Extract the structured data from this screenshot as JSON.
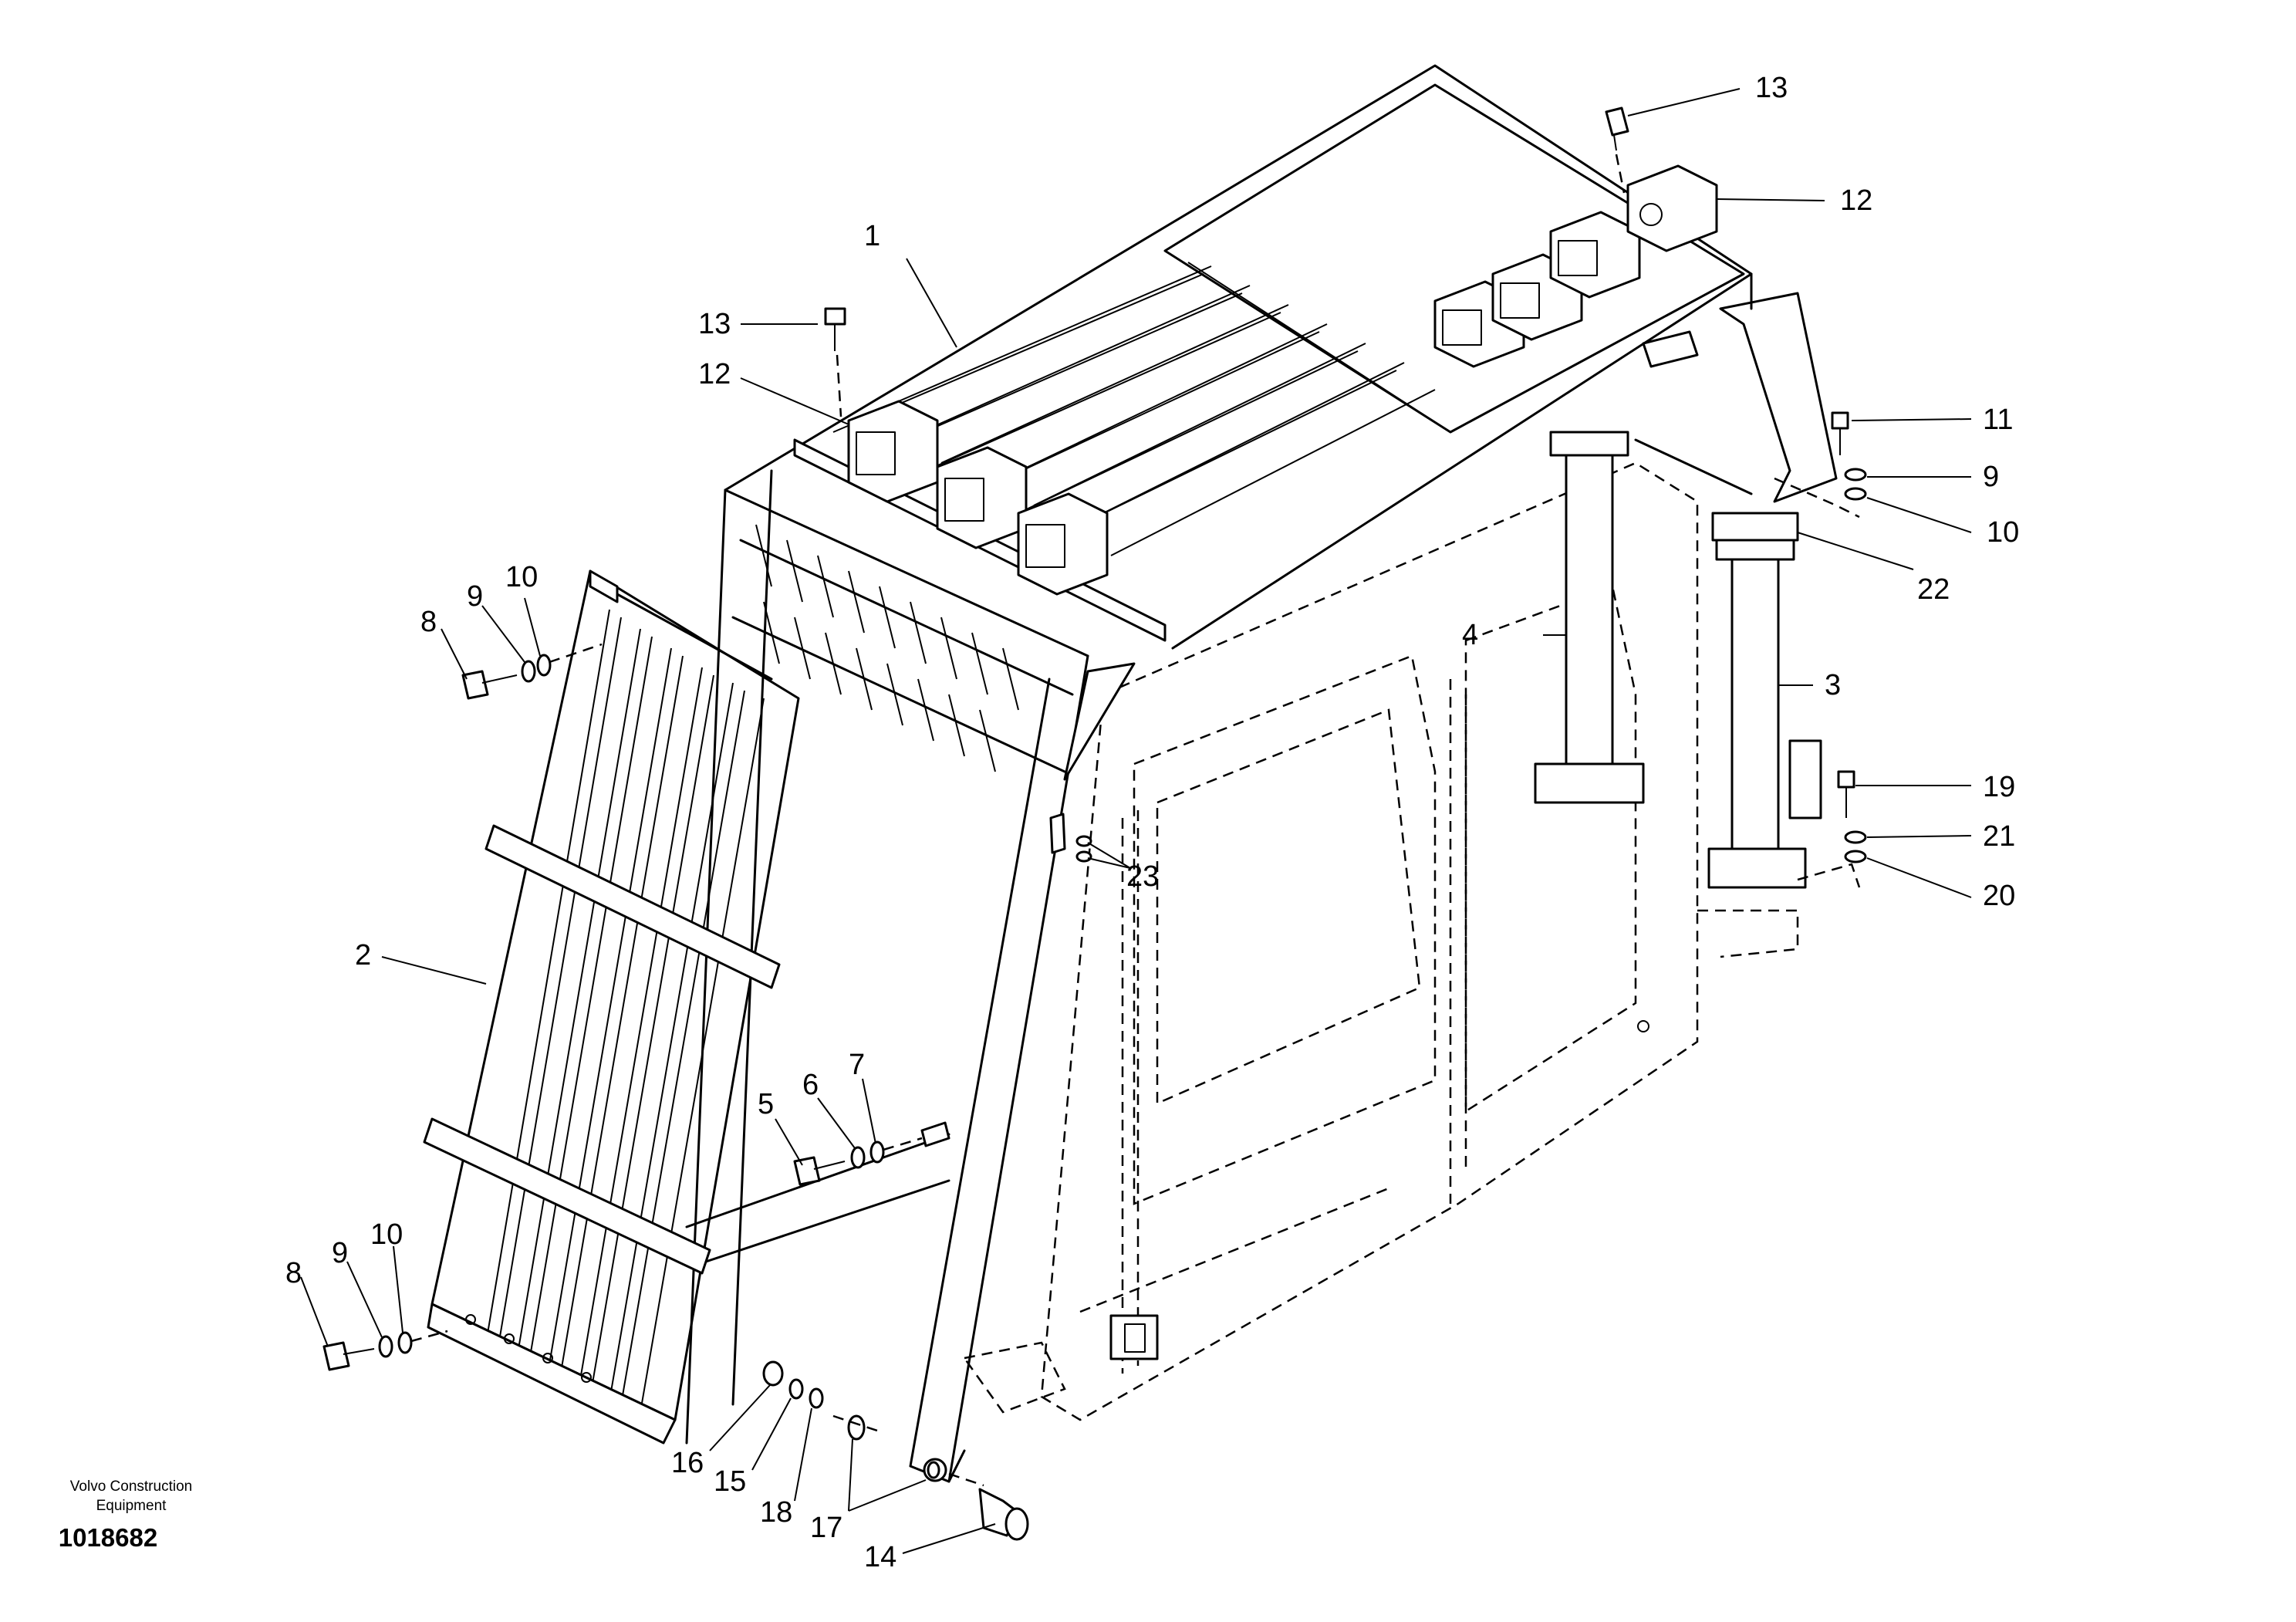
{
  "footer": {
    "brand_line1": "Volvo Construction",
    "brand_line2": "Equipment",
    "document_number": "1018682"
  },
  "callouts": [
    {
      "id": "c1",
      "label": "1"
    },
    {
      "id": "c2",
      "label": "2"
    },
    {
      "id": "c3",
      "label": "3"
    },
    {
      "id": "c4",
      "label": "4"
    },
    {
      "id": "c5",
      "label": "5"
    },
    {
      "id": "c6",
      "label": "6"
    },
    {
      "id": "c7",
      "label": "7"
    },
    {
      "id": "c8a",
      "label": "8"
    },
    {
      "id": "c8b",
      "label": "8"
    },
    {
      "id": "c9a",
      "label": "9"
    },
    {
      "id": "c9b",
      "label": "9"
    },
    {
      "id": "c9c",
      "label": "9"
    },
    {
      "id": "c10a",
      "label": "10"
    },
    {
      "id": "c10b",
      "label": "10"
    },
    {
      "id": "c10c",
      "label": "10"
    },
    {
      "id": "c11",
      "label": "11"
    },
    {
      "id": "c12a",
      "label": "12"
    },
    {
      "id": "c12b",
      "label": "12"
    },
    {
      "id": "c13a",
      "label": "13"
    },
    {
      "id": "c13b",
      "label": "13"
    },
    {
      "id": "c14",
      "label": "14"
    },
    {
      "id": "c15",
      "label": "15"
    },
    {
      "id": "c16",
      "label": "16"
    },
    {
      "id": "c17",
      "label": "17"
    },
    {
      "id": "c18",
      "label": "18"
    },
    {
      "id": "c19",
      "label": "19"
    },
    {
      "id": "c20",
      "label": "20"
    },
    {
      "id": "c21",
      "label": "21"
    },
    {
      "id": "c22",
      "label": "22"
    },
    {
      "id": "c23",
      "label": "23"
    }
  ]
}
